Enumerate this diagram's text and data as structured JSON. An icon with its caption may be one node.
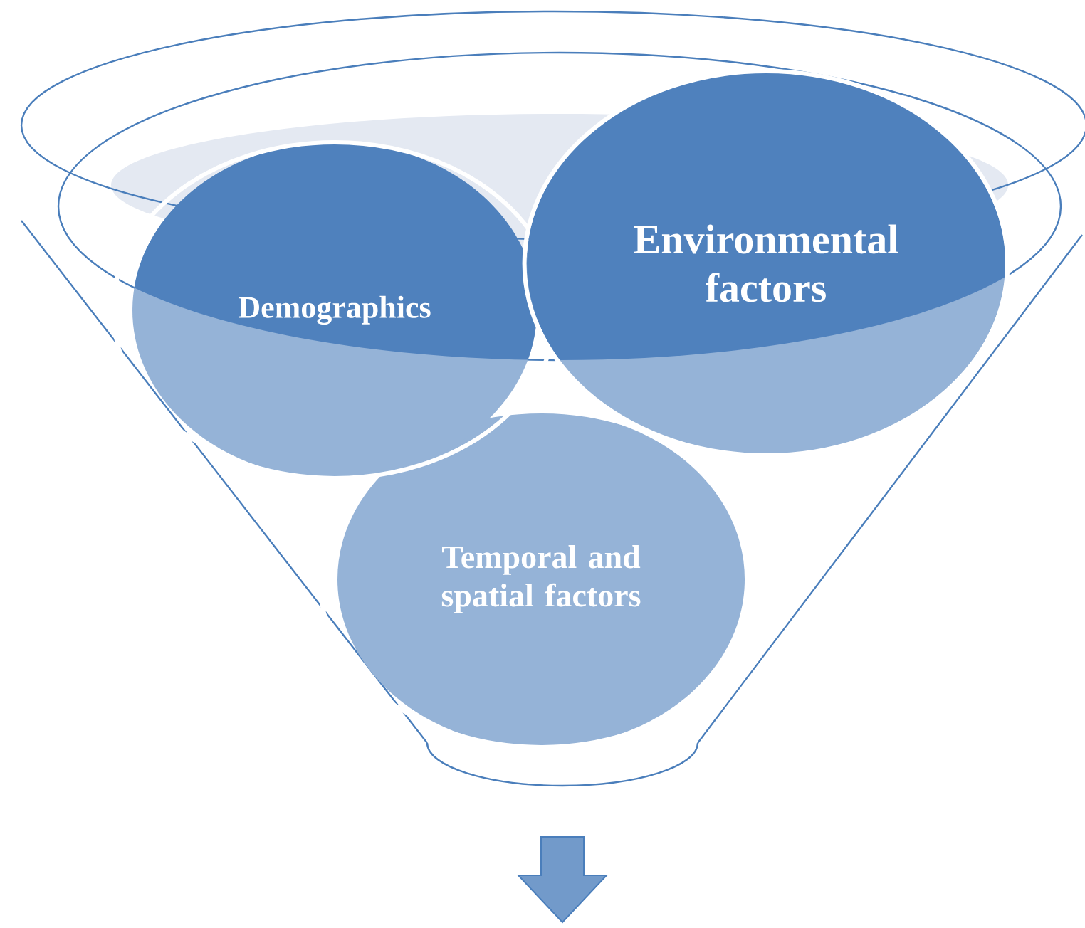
{
  "diagram": {
    "nodes": [
      {
        "text": [
          "Demographics"
        ]
      },
      {
        "text": [
          "Environmental factors"
        ]
      },
      {
        "text": [
          "Temporal and spatial factors"
        ]
      }
    ]
  }
}
